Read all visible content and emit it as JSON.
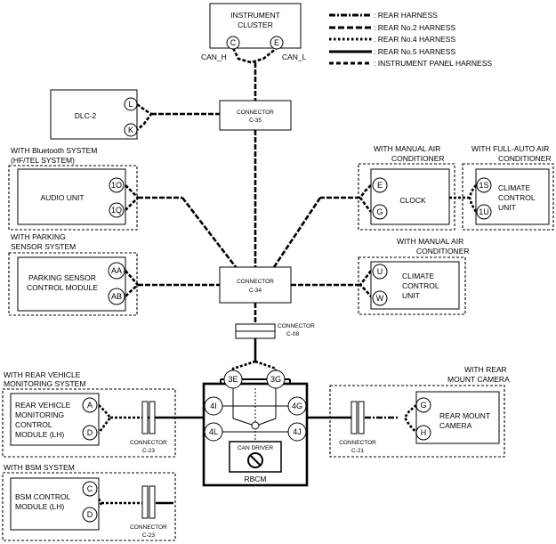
{
  "legend": [
    {
      "label": ": REAR HARNESS",
      "dash": "7 2 2 2"
    },
    {
      "label": ": REAR No.2 HARNESS",
      "dash": "7 3"
    },
    {
      "label": ": REAR No.4 HARNESS",
      "dash": "2.5 2.5"
    },
    {
      "label": ": REAR No.5 HARNESS",
      "dash": ""
    },
    {
      "label": ": INSTRUMENT PANEL HARNESS",
      "dash": "5 3"
    }
  ],
  "instrument_cluster": {
    "line1": "INSTRUMENT",
    "line2": "CLUSTER",
    "pin_c": "C",
    "pin_e": "E",
    "can_h": "CAN_H",
    "can_l": "CAN_L"
  },
  "dlc2": {
    "label": "DLC-2",
    "pin_l": "L",
    "pin_k": "K"
  },
  "connector_c35": {
    "line1": "CONNECTOR",
    "line2": "C-35"
  },
  "connector_c34": {
    "line1": "CONNECTOR",
    "line2": "C-34"
  },
  "connector_c08": {
    "line1": "CONNECTOR",
    "line2": "C-08"
  },
  "audio": {
    "cond1": "WITH Bluetooth SYSTEM",
    "cond2": "(HF/TEL SYSTEM)",
    "label": "AUDIO UNIT",
    "pin1": "1O",
    "pin2": "1Q"
  },
  "clock": {
    "cond1": "WITH MANUAL AIR",
    "cond2": "CONDITIONER",
    "label": "CLOCK",
    "pin1": "E",
    "pin2": "G"
  },
  "climate_full": {
    "cond1": "WITH FULL-AUTO AIR",
    "cond2": "CONDITIONER",
    "line1": "CLIMATE",
    "line2": "CONTROL",
    "line3": "UNIT",
    "pin1": "1S",
    "pin2": "1U"
  },
  "parking": {
    "cond1": "WITH PARKING",
    "cond2": "SENSOR SYSTEM",
    "line1": "PARKING SENSOR",
    "line2": "CONTROL MODULE",
    "pin1": "AA",
    "pin2": "AB"
  },
  "climate_manual": {
    "cond1": "WITH MANUAL AIR",
    "cond2": "CONDITIONER",
    "line1": "CLIMATE",
    "line2": "CONTROL",
    "line3": "UNIT",
    "pin1": "U",
    "pin2": "W"
  },
  "rbcm": {
    "label": "RBCM",
    "can_driver": "CAN DRIVER",
    "pin_3e": "3E",
    "pin_3g": "3G",
    "pin_4i": "4I",
    "pin_4l": "4L",
    "pin_4g": "4G",
    "pin_4j": "4J"
  },
  "rear_vehicle": {
    "cond1": "WITH REAR VEHICLE",
    "cond2": "MONITORING SYSTEM",
    "line1": "REAR VEHICLE",
    "line2": "MONITORING",
    "line3": "CONTROL",
    "line4": "MODULE (LH)",
    "pin1": "A",
    "pin2": "D",
    "conn1": "CONNECTOR",
    "conn2": "C-23"
  },
  "rear_camera": {
    "cond1": "WITH REAR",
    "cond2": "MOUNT CAMERA",
    "line1": "REAR MOUNT",
    "line2": "CAMERA",
    "pin1": "G",
    "pin2": "H",
    "conn1": "CONNECTOR",
    "conn2": "C-21"
  },
  "bsm": {
    "cond1": "WITH BSM SYSTEM",
    "line1": "BSM CONTROL",
    "line2": "MODULE (LH)",
    "pin1": "C",
    "pin2": "D",
    "conn1": "CONNECTOR",
    "conn2": "C-23"
  }
}
